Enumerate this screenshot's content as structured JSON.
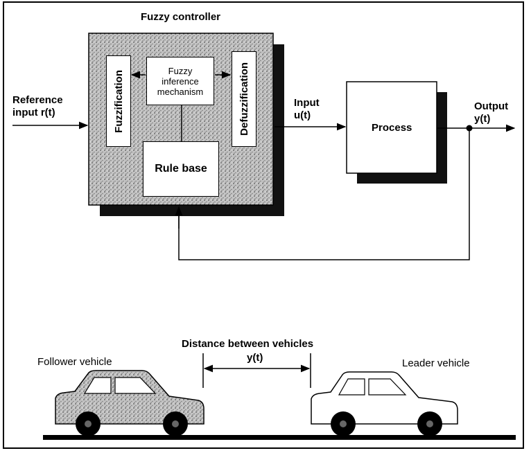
{
  "controller": {
    "title": "Fuzzy controller",
    "fuzzification": "Fuzzification",
    "inference_line1": "Fuzzy",
    "inference_line2": "inference",
    "inference_line3": "mechanism",
    "defuzzification": "Defuzzification",
    "rule_base": "Rule base"
  },
  "signals": {
    "reference_line1": "Reference",
    "reference_line2": "input r(t)",
    "input_line1": "Input",
    "input_line2": "u(t)",
    "output_line1": "Output",
    "output_line2": "y(t)"
  },
  "process": {
    "label": "Process"
  },
  "vehicles": {
    "follower": "Follower vehicle",
    "leader": "Leader vehicle",
    "distance_line1": "Distance between vehicles",
    "distance_line2": "y(t)"
  },
  "colors": {
    "stipple": "#bdbdbd",
    "shadow": "#111111"
  }
}
